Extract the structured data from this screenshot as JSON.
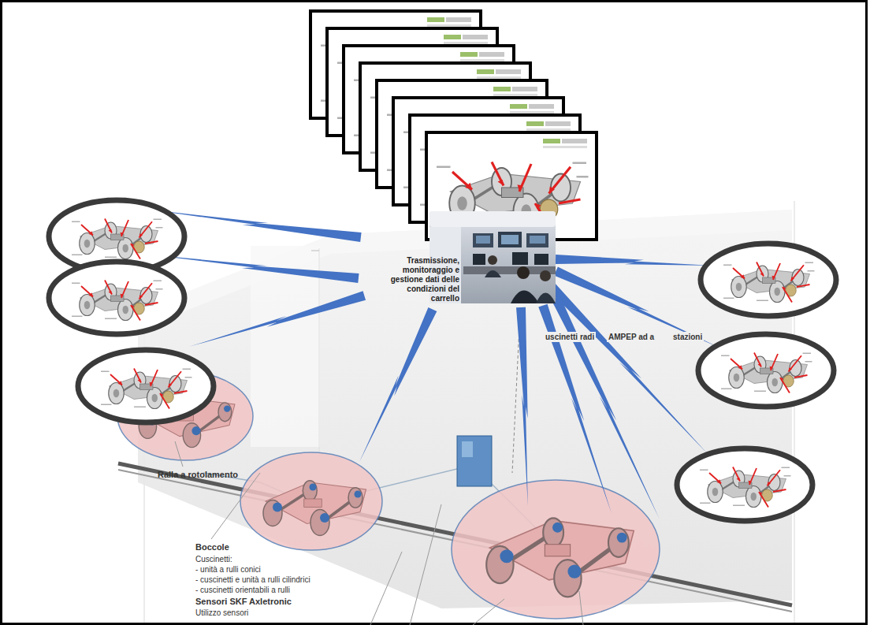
{
  "diagram": {
    "nodes": [
      {
        "text": [
          "Trasmissione, monitoraggio e gestione dati delle condizioni del carrello"
        ]
      }
    ],
    "labels": [
      "uscinetti radi",
      "AMPEP ad a",
      "stazioni",
      "Ralla a rotolamento",
      "Boccole",
      "Cuscinetti:",
      "- unità a rulli conici",
      "- cuscinetti e unità a rulli cilindrici",
      "- cuscinetti orientabili a rulli",
      "Sensori SKF Axletronic",
      "Utilizzo sensori"
    ]
  }
}
